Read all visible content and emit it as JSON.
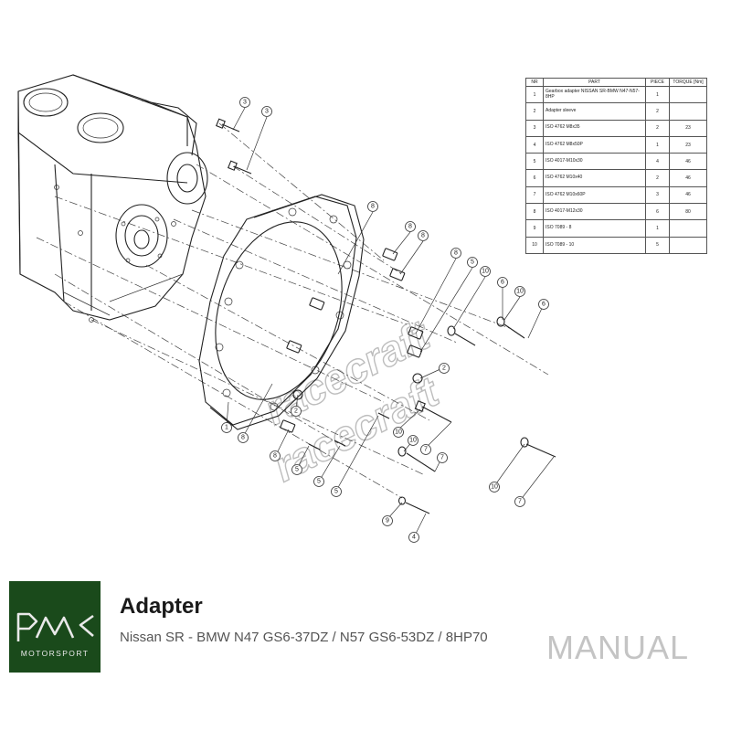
{
  "parts_table": {
    "headers": {
      "nr": "NR",
      "part": "PART",
      "piece": "PIECE",
      "torque": "TORQUE [Nm]"
    },
    "rows": [
      {
        "nr": "1",
        "part": "Gearbox adapter NISSAN SR-BMW N47-N57-8HP",
        "piece": "1",
        "torque": ""
      },
      {
        "nr": "2",
        "part": "Adapter sleeve",
        "piece": "2",
        "torque": ""
      },
      {
        "nr": "3",
        "part": "ISO 4762 M8x35",
        "piece": "2",
        "torque": "23"
      },
      {
        "nr": "4",
        "part": "ISO 4762 M8x50P",
        "piece": "1",
        "torque": "23"
      },
      {
        "nr": "5",
        "part": "ISO 4017-M10x30",
        "piece": "4",
        "torque": "46"
      },
      {
        "nr": "6",
        "part": "ISO 4762 M10x40",
        "piece": "2",
        "torque": "46"
      },
      {
        "nr": "7",
        "part": "ISO 4762 M10x60P",
        "piece": "3",
        "torque": "46"
      },
      {
        "nr": "8",
        "part": "ISO 4017-M12x30",
        "piece": "6",
        "torque": "80"
      },
      {
        "nr": "9",
        "part": "ISO 7089 - 8",
        "piece": "1",
        "torque": ""
      },
      {
        "nr": "10",
        "part": "ISO 7089 - 10",
        "piece": "5",
        "torque": ""
      }
    ]
  },
  "callouts": [
    "3",
    "3",
    "8",
    "8",
    "8",
    "8",
    "5",
    "10",
    "6",
    "10",
    "6",
    "2",
    "2",
    "1",
    "8",
    "8",
    "10",
    "7",
    "10",
    "7",
    "5",
    "5",
    "5",
    "10",
    "7",
    "9",
    "4"
  ],
  "watermark": [
    "racecraft",
    "racecraft"
  ],
  "footer": {
    "logo_text": "MOTORSPORT",
    "title": "Adapter",
    "subtitle": "Nissan SR - BMW N47 GS6-37DZ / N57 GS6-53DZ / 8HP70",
    "manual_label": "MANUAL"
  },
  "colors": {
    "logo_bg": "#1a4a1b",
    "watermark": "#c4c4c4"
  },
  "icons": [
    "pmc-logo-icon"
  ]
}
